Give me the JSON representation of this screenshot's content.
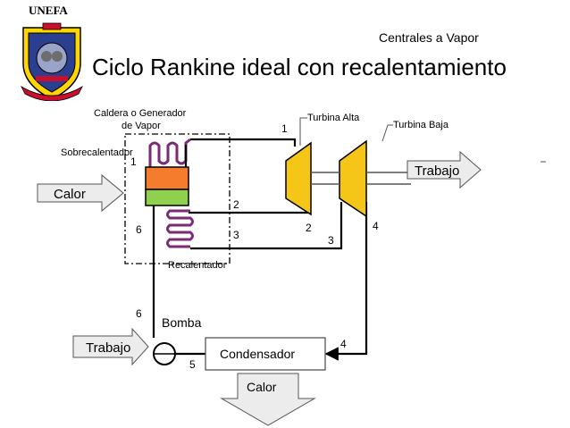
{
  "header": {
    "org": "UNEFA",
    "course": "Centrales a Vapor",
    "title": "Ciclo Rankine ideal con recalentamiento"
  },
  "diagram": {
    "boiler_label_1": "Caldera o Generador",
    "boiler_label_2": "de Vapor",
    "superheater": "Sobrecalentador",
    "reheater": "Recalentador",
    "turbine_high": "Turbina Alta",
    "turbine_low": "Turbina Baja",
    "pump": "Bomba",
    "condenser": "Condensador",
    "heat_in": "Calor",
    "heat_out": "Calor",
    "work_out": "Trabajo",
    "work_in": "Trabajo",
    "states": {
      "s1_pipe": "1",
      "s1_boiler": "1",
      "s2_pipe": "2",
      "s2_turbine": "2",
      "s3_pipe": "3",
      "s3_turbine": "3",
      "s4_turbine": "4",
      "s4_condenser": "4",
      "s5": "5",
      "s6_boiler": "6",
      "s6_pump": "6"
    },
    "colors": {
      "superheater_coil": "#7b2a73",
      "flame_orange": "#f47c2c",
      "flame_green": "#8fd14f",
      "turbine": "#f5c518"
    }
  }
}
